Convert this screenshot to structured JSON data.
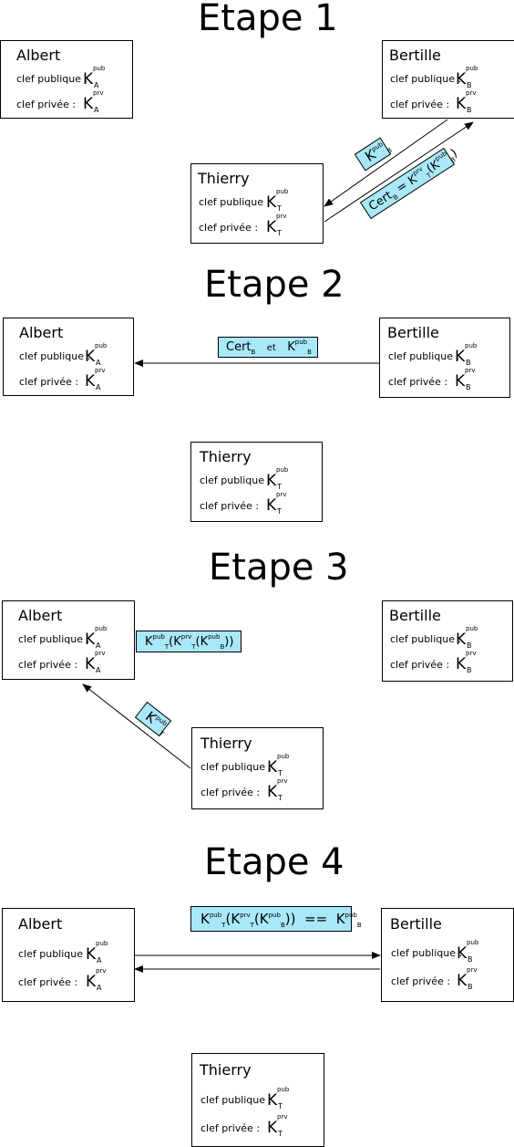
{
  "steps": [
    {
      "title": "Etape 1"
    },
    {
      "title": "Etape 2"
    },
    {
      "title": "Etape 3"
    },
    {
      "title": "Etape 4"
    }
  ],
  "labels": {
    "public": "clef publique :",
    "private": "clef privée :",
    "key_letter": "K",
    "pub": "pub",
    "prv": "prv"
  },
  "parties": {
    "albert": {
      "name": "Albert",
      "index": "A"
    },
    "bertille": {
      "name": "Bertille",
      "index": "B"
    },
    "thierry": {
      "name": "Thierry",
      "index": "T"
    }
  },
  "messages": {
    "cert": "Cert",
    "equals": "=",
    "and": "et",
    "double_equals": "==",
    "paren_open": "(",
    "paren_close": ")"
  },
  "colors": {
    "message_fill": "#a8e8f8",
    "stroke": "#000000"
  }
}
